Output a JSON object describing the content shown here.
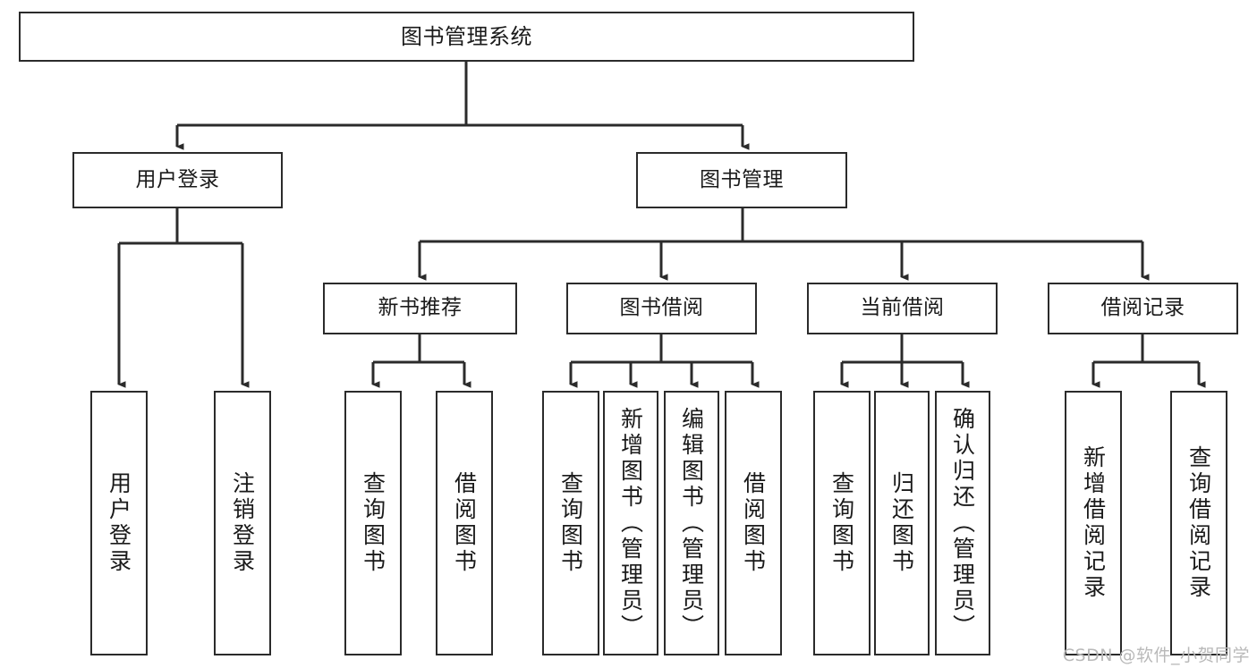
{
  "diagram": {
    "type": "tree-hierarchy-chart",
    "title": "图书管理系统",
    "orientation": "top-down",
    "colors": {
      "box_border": "#2b2b2b",
      "box_fill": "#ffffff",
      "edge": "#2b2b2b",
      "text": "#1a1a1a",
      "watermark": "#b9b9b9",
      "background": "#ffffff"
    }
  },
  "nodes": {
    "root": {
      "label": "图书管理系统"
    },
    "level2": [
      {
        "id": "user-login",
        "label": "用户登录"
      },
      {
        "id": "book-manage",
        "label": "图书管理"
      }
    ],
    "level3": [
      {
        "id": "new-book-recommend",
        "label": "新书推荐"
      },
      {
        "id": "book-borrow",
        "label": "图书借阅"
      },
      {
        "id": "current-borrow",
        "label": "当前借阅"
      },
      {
        "id": "borrow-record",
        "label": "借阅记录"
      }
    ],
    "leaves": [
      {
        "id": "leaf-user-login",
        "label": "用户登录",
        "parent": "user-login"
      },
      {
        "id": "leaf-user-logout",
        "label": "注销登录",
        "parent": "user-login"
      },
      {
        "id": "leaf-query-book-1",
        "label": "查询图书",
        "parent": "new-book-recommend"
      },
      {
        "id": "leaf-borrow-book-1",
        "label": "借阅图书",
        "parent": "new-book-recommend"
      },
      {
        "id": "leaf-query-book-2",
        "label": "查询图书",
        "parent": "book-borrow"
      },
      {
        "id": "leaf-add-book",
        "label": "新增图书（管理员）",
        "parent": "book-borrow"
      },
      {
        "id": "leaf-edit-book",
        "label": "编辑图书（管理员）",
        "parent": "book-borrow"
      },
      {
        "id": "leaf-borrow-book-2",
        "label": "借阅图书",
        "parent": "book-borrow"
      },
      {
        "id": "leaf-query-book-3",
        "label": "查询图书",
        "parent": "current-borrow"
      },
      {
        "id": "leaf-return-book",
        "label": "归还图书",
        "parent": "current-borrow"
      },
      {
        "id": "leaf-confirm-return",
        "label": "确认归还（管理员）",
        "parent": "current-borrow"
      },
      {
        "id": "leaf-add-record",
        "label": "新增借阅记录",
        "parent": "borrow-record"
      },
      {
        "id": "leaf-query-record",
        "label": "查询借阅记录",
        "parent": "borrow-record"
      }
    ]
  },
  "watermark": {
    "text": "CSDN @软件_小贺同学"
  }
}
